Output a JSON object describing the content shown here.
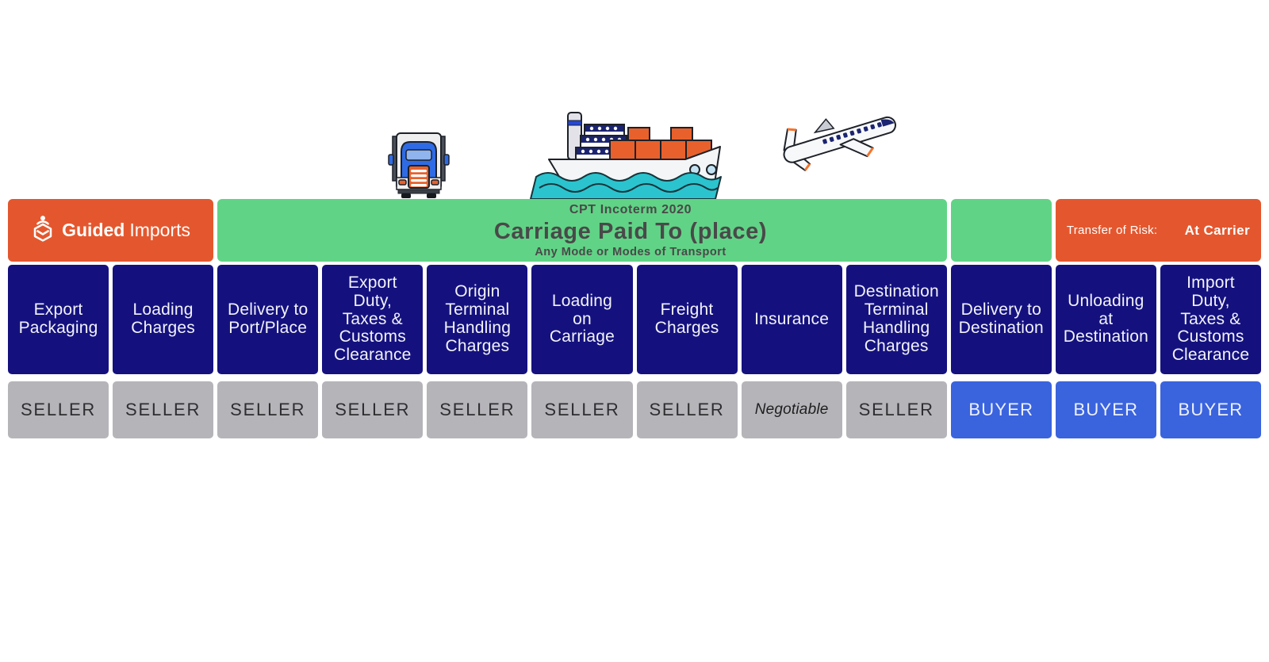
{
  "brand": {
    "name_bold": "Guided",
    "name_regular": "Imports",
    "icon": "guided-imports-logo-icon"
  },
  "banner": {
    "kicker": "CPT Incoterm 2020",
    "title": "Carriage Paid To (place)",
    "subtitle": "Any Mode or Modes of Transport"
  },
  "risk": {
    "label": "Transfer of Risk:",
    "value": "At Carrier"
  },
  "columns": [
    {
      "cost": "Export\nPackaging",
      "party": "SELLER",
      "party_type": "seller"
    },
    {
      "cost": "Loading\nCharges",
      "party": "SELLER",
      "party_type": "seller"
    },
    {
      "cost": "Delivery to\nPort/Place",
      "party": "SELLER",
      "party_type": "seller"
    },
    {
      "cost": "Export\nDuty,\nTaxes &\nCustoms\nClearance",
      "party": "SELLER",
      "party_type": "seller"
    },
    {
      "cost": "Origin\nTerminal\nHandling\nCharges",
      "party": "SELLER",
      "party_type": "seller"
    },
    {
      "cost": "Loading\non\nCarriage",
      "party": "SELLER",
      "party_type": "seller"
    },
    {
      "cost": "Freight\nCharges",
      "party": "SELLER",
      "party_type": "seller"
    },
    {
      "cost": "Insurance",
      "party": "Negotiable",
      "party_type": "negotiable"
    },
    {
      "cost": "Destination\nTerminal\nHandling\nCharges",
      "party": "SELLER",
      "party_type": "seller"
    },
    {
      "cost": "Delivery to\nDestination",
      "party": "BUYER",
      "party_type": "buyer"
    },
    {
      "cost": "Unloading\nat\nDestination",
      "party": "BUYER",
      "party_type": "buyer"
    },
    {
      "cost": "Import\nDuty,\nTaxes &\nCustoms\nClearance",
      "party": "BUYER",
      "party_type": "buyer"
    }
  ],
  "illustrations": [
    {
      "name": "truck-icon"
    },
    {
      "name": "cargo-ship-icon"
    },
    {
      "name": "airplane-icon"
    }
  ],
  "colors": {
    "accent_orange": "#E4572E",
    "banner_green": "#61D386",
    "cost_navy": "#14117F",
    "seller_gray": "#B5B4B9",
    "buyer_blue": "#3A63DE",
    "banner_text": "#494949",
    "container_orange": "#E8612C",
    "water_teal": "#2BC4CE",
    "truck_blue": "#2F6BE4"
  }
}
